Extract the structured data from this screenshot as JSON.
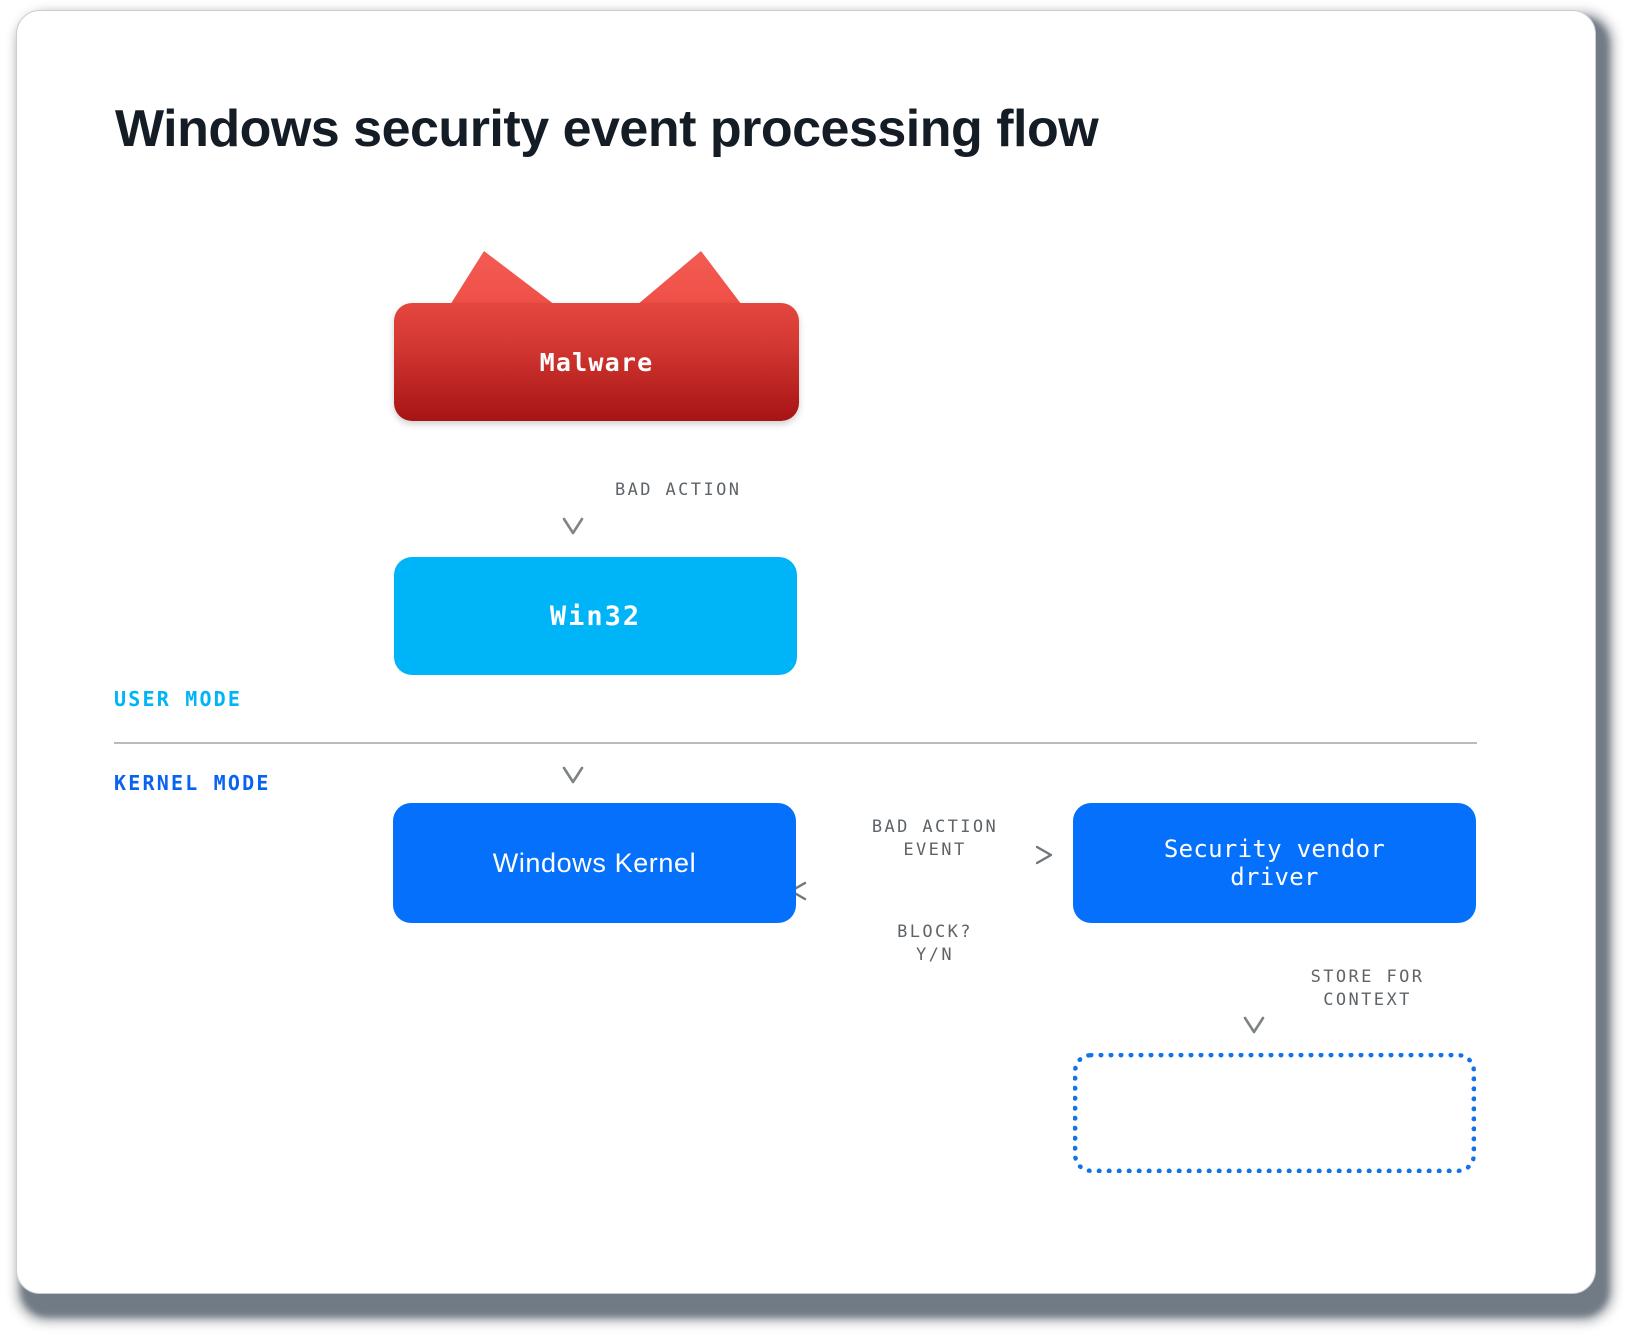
{
  "page": {
    "title": "Windows security event processing flow",
    "background": "#ffffff"
  },
  "colors": {
    "title": "#141c26",
    "malware_top": "#e4473f",
    "malware_bottom": "#a61414",
    "user_mode_cyan": "#00b5f7",
    "kernel_blue": "#0570fb",
    "kernel_mode_label": "#0a63f0",
    "edge_label": "#5e6468",
    "divider": "#b7bcc1",
    "store_border": "#1272e8"
  },
  "nodes": {
    "malware": {
      "label": "Malware",
      "shape": "spiked-rounded-rect",
      "fill": "red-gradient"
    },
    "win32": {
      "label": "Win32",
      "shape": "rounded-rect",
      "fill": "#00b5f7"
    },
    "kernel": {
      "label": "Windows Kernel",
      "shape": "rounded-rect",
      "fill": "#0570fb"
    },
    "vendor": {
      "label": "Security vendor\ndriver",
      "shape": "rounded-rect",
      "fill": "#0570fb"
    },
    "store": {
      "label": "",
      "shape": "dotted-rounded-rect",
      "fill": "none"
    }
  },
  "zones": {
    "user_mode": "USER MODE",
    "kernel_mode": "KERNEL MODE"
  },
  "edges": {
    "malware_to_win32": {
      "label": "BAD ACTION",
      "direction": "down"
    },
    "win32_to_kernel": {
      "label": "",
      "direction": "down"
    },
    "kernel_to_vendor": {
      "label": "BAD ACTION\nEVENT",
      "direction": "right"
    },
    "vendor_to_kernel": {
      "label": "BLOCK?\nY/N",
      "direction": "left"
    },
    "vendor_to_store": {
      "label": "STORE FOR\nCONTEXT",
      "direction": "down"
    }
  }
}
